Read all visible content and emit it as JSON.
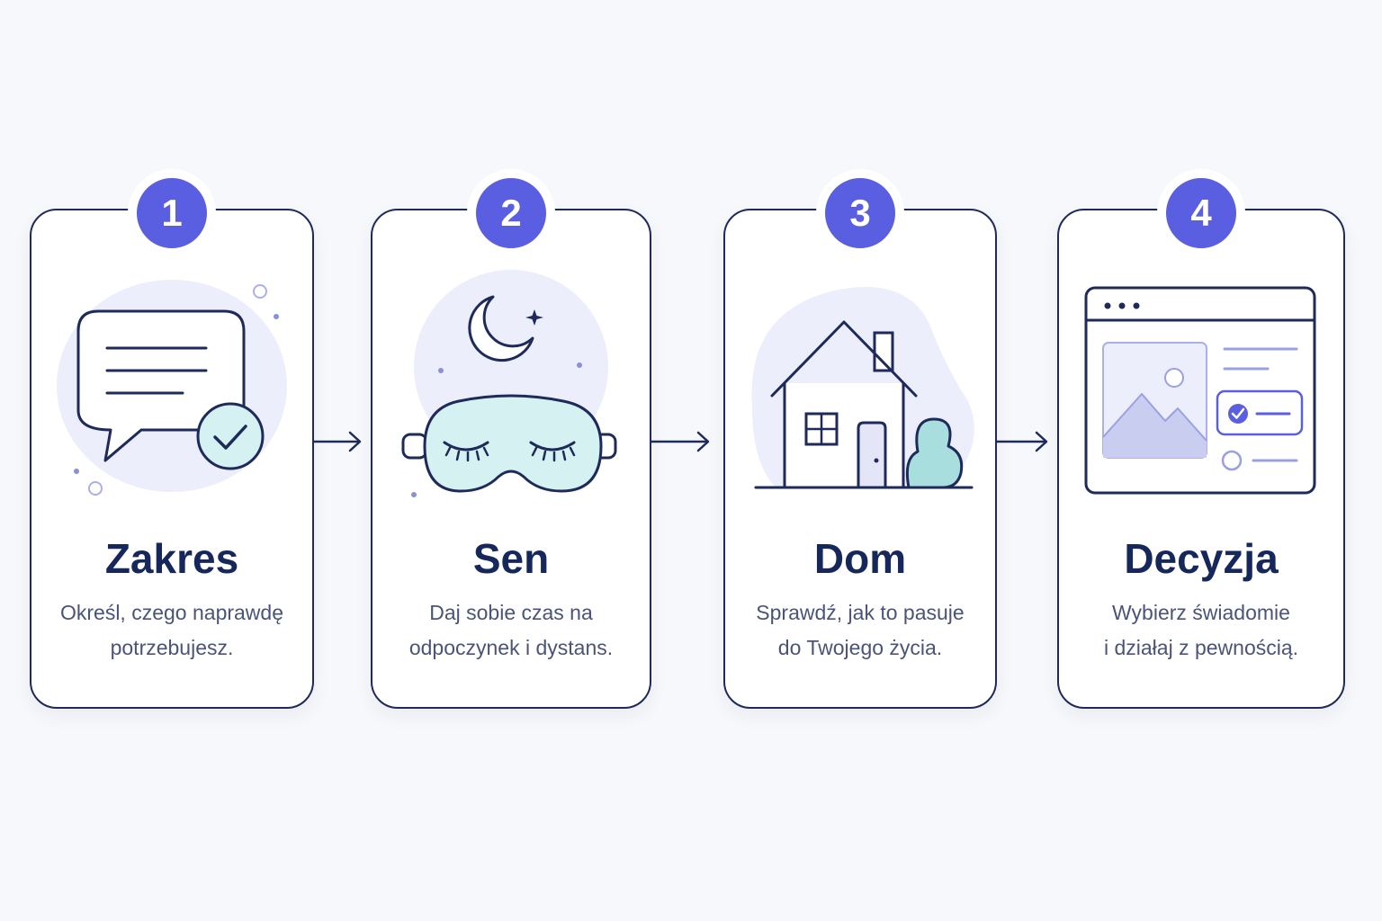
{
  "steps": [
    {
      "number": "1",
      "title": "Zakres",
      "desc_line1": "Określ, czego naprawdę",
      "desc_line2": "potrzebujesz."
    },
    {
      "number": "2",
      "title": "Sen",
      "desc_line1": "Daj sobie czas na",
      "desc_line2": "odpoczynek i dystans."
    },
    {
      "number": "3",
      "title": "Dom",
      "desc_line1": "Sprawdź, jak to pasuje",
      "desc_line2": "do Twojego życia."
    },
    {
      "number": "4",
      "title": "Decyzja",
      "desc_line1": "Wybierz świadomie",
      "desc_line2": "i działaj z pewnością."
    }
  ],
  "icons": {
    "step1": "speech-bubble-check-icon",
    "step2": "sleep-mask-moon-icon",
    "step3": "house-icon",
    "step4": "browser-window-choice-icon"
  },
  "colors": {
    "accent": "#5a5ee0",
    "outline": "#1e2a5a",
    "blob": "#eceefb",
    "mint": "#d6f1f1",
    "lavender": "#c9cdf0"
  }
}
